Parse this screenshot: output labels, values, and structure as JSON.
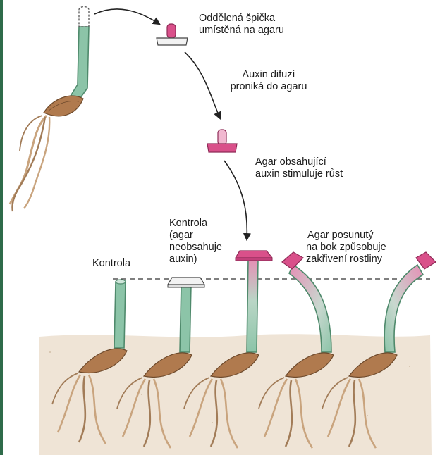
{
  "labels": {
    "tip_on_agar": [
      "Oddělená špička",
      "umístěná na agaru"
    ],
    "auxin_diffuses": [
      "Auxin difuzí",
      "proniká do agaru"
    ],
    "agar_stimulates": [
      "Agar obsahující",
      "auxin stimuluje růst"
    ],
    "control": "Kontrola",
    "control_agar": [
      "Kontrola",
      "(agar",
      "neobsahuje",
      "auxin)"
    ],
    "agar_shifted": [
      "Agar posunutý",
      "na bok způsobuje",
      "zakřivení rostliny"
    ]
  },
  "colors": {
    "stem_green": "#8cc4a8",
    "stem_dark": "#4f8a6c",
    "agar_magenta": "#d9508a",
    "agar_light": "#f1b8d0",
    "agar_white": "#f2f2f2",
    "soil": "#efe4d6",
    "seed_brown": "#b07a4e",
    "root_tan": "#c9a47e",
    "arrow": "#222222"
  },
  "icons": [
    "curved-arrow-icon",
    "agar-block-icon",
    "seedling-icon",
    "dashed-line-icon"
  ]
}
